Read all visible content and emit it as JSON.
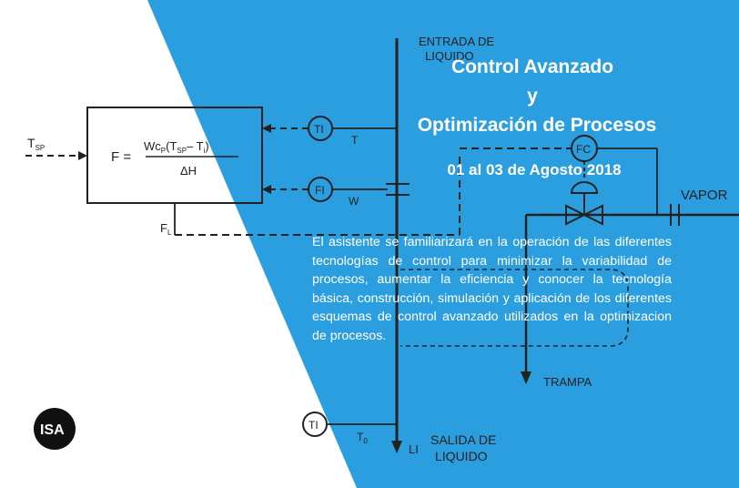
{
  "course": {
    "title_line1": "Control Avanzado",
    "title_line2": "y",
    "title_line3": "Optimización de Procesos",
    "dates": "01 al 03 de Agosto 2018",
    "description": "El asistente se familiarizará en la operación de las diferentes tecnologías de control para minimizar la variabilidad de procesos, aumentar la eficiencia y conocer la tecnología básica, construcción, simulación y aplicación de los diferentes esquemas de control avanzado utilizados en la optimizacion de procesos."
  },
  "diagram": {
    "inlet_label_1": "ENTRADA DE",
    "inlet_label_2": "LIQUIDO",
    "outlet_label_1": "SALIDA DE",
    "outlet_label_2": "LIQUIDO",
    "steam_label": "VAPOR",
    "trap_label": "TRAMPA",
    "tsp_label": "T",
    "tsp_sub": "SP",
    "formula_lhs": "F =",
    "formula_num": "Wc",
    "formula_num_sub": "P",
    "formula_num_rest": "(T",
    "formula_num_sub2": "SP",
    "formula_num_rest2": "– T",
    "formula_num_sub3": "i",
    "formula_num_end": ")",
    "formula_den": "ΔH",
    "fl_label": "F",
    "fl_sub": "L",
    "ti_top": "TI",
    "fi": "FI",
    "fc": "FC",
    "ti_bottom": "TI",
    "t_label": "T",
    "w_label": "W",
    "t0_label": "T",
    "t0_sub": "0",
    "li_label": "LI"
  },
  "logo": {
    "text": "ISA"
  },
  "colors": {
    "accent": "#2b9ee0",
    "text_on_accent": "#ffffff",
    "line": "#222222"
  }
}
